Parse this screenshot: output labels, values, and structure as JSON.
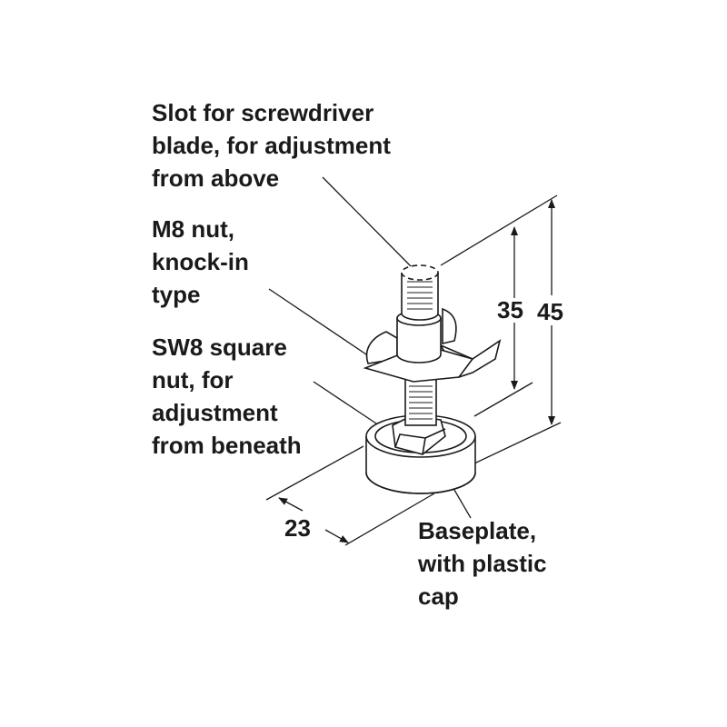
{
  "labels": {
    "slot": [
      "Slot for screwdriver",
      "blade, for adjustment",
      "from above"
    ],
    "m8_nut": [
      "M8 nut,",
      "knock-in",
      "type"
    ],
    "sw8_nut": [
      "SW8 square",
      "nut, for",
      "adjustment",
      "from beneath"
    ],
    "baseplate": [
      "Baseplate,",
      "with plastic",
      "cap"
    ]
  },
  "dimensions": {
    "adjust_height": "35",
    "total_height": "45",
    "base_diameter": "23"
  },
  "colors": {
    "ink": "#1a1a1a",
    "background": "#ffffff"
  }
}
